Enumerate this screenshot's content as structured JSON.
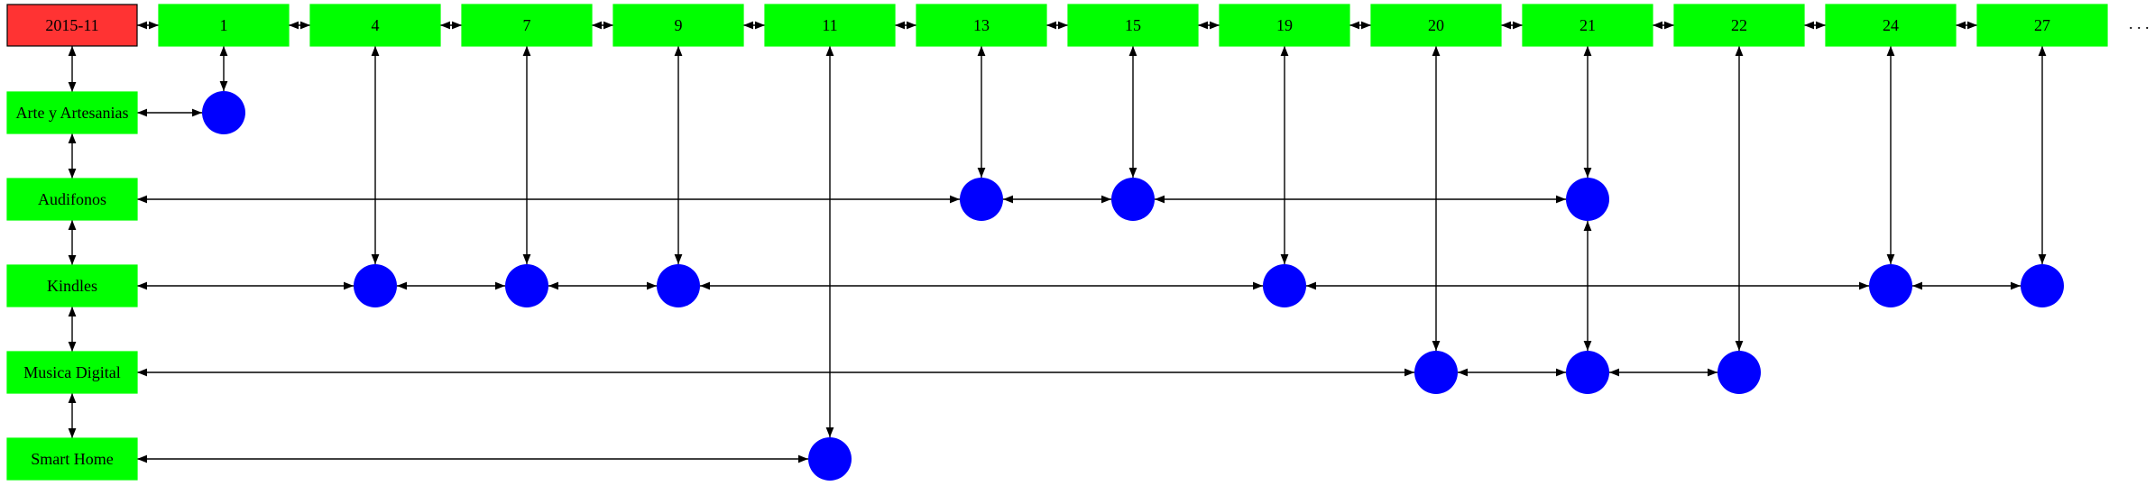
{
  "month_node": {
    "label": "2015-11",
    "color": "#ff3333"
  },
  "date_nodes": [
    "1",
    "4",
    "7",
    "9",
    "11",
    "13",
    "15",
    "19",
    "20",
    "21",
    "22",
    "24",
    "27"
  ],
  "date_color": "#00ff00",
  "category_nodes": [
    "Arte y Artesanias",
    "Audifonos",
    "Kindles",
    "Musica Digital",
    "Smart Home"
  ],
  "category_color": "#00ff00",
  "event_color": "#0000ff",
  "events": [
    {
      "date": "1",
      "category": "Arte y Artesanias"
    },
    {
      "date": "13",
      "category": "Audifonos"
    },
    {
      "date": "15",
      "category": "Audifonos"
    },
    {
      "date": "21",
      "category": "Audifonos"
    },
    {
      "date": "4",
      "category": "Kindles"
    },
    {
      "date": "7",
      "category": "Kindles"
    },
    {
      "date": "9",
      "category": "Kindles"
    },
    {
      "date": "19",
      "category": "Kindles"
    },
    {
      "date": "24",
      "category": "Kindles"
    },
    {
      "date": "27",
      "category": "Kindles"
    },
    {
      "date": "20",
      "category": "Musica Digital"
    },
    {
      "date": "21",
      "category": "Musica Digital"
    },
    {
      "date": "22",
      "category": "Musica Digital"
    },
    {
      "date": "11",
      "category": "Smart Home"
    }
  ],
  "ellipsis": ". . ."
}
